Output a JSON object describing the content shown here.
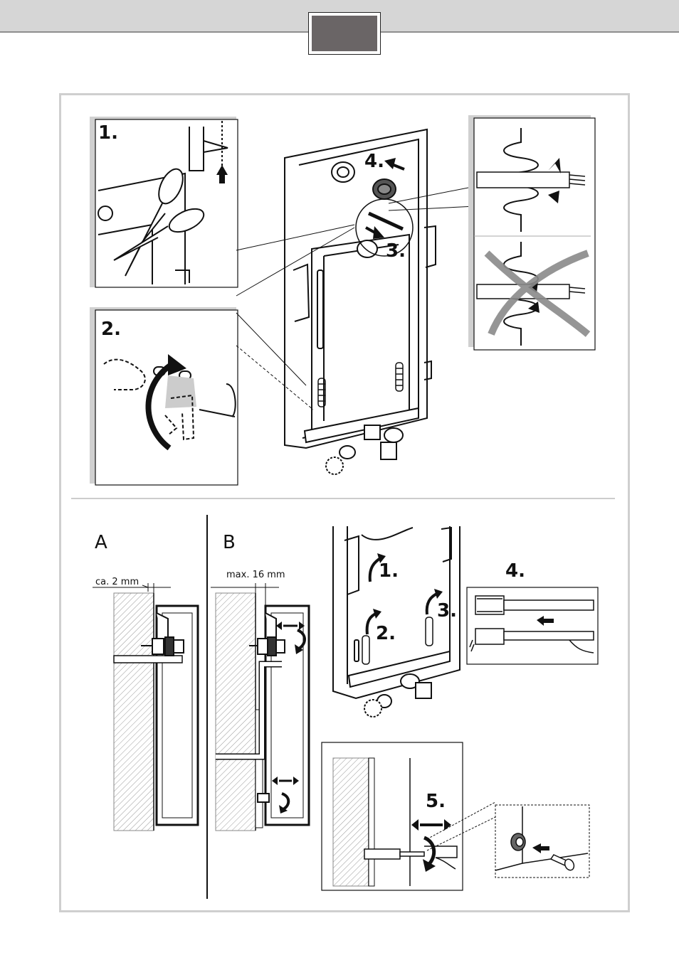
{
  "steps_top": {
    "step1": "1.",
    "step2": "2.",
    "step3": "3.",
    "step4": "4."
  },
  "sections": {
    "a": "A",
    "b": "B"
  },
  "dimensions": {
    "a_gap": "ca. 2 mm",
    "b_gap": "max. 16 mm"
  },
  "steps_bottom": {
    "step1": "1.",
    "step2": "2.",
    "step3": "3.",
    "step4": "4.",
    "step5": "5."
  },
  "colors": {
    "header_band": "#d6d6d6",
    "header_tab": "#6a6566",
    "frame_border": "#cfcfcf",
    "panel_shadow": "#d0d0d0",
    "cross_gray": "#8a8a8a"
  }
}
